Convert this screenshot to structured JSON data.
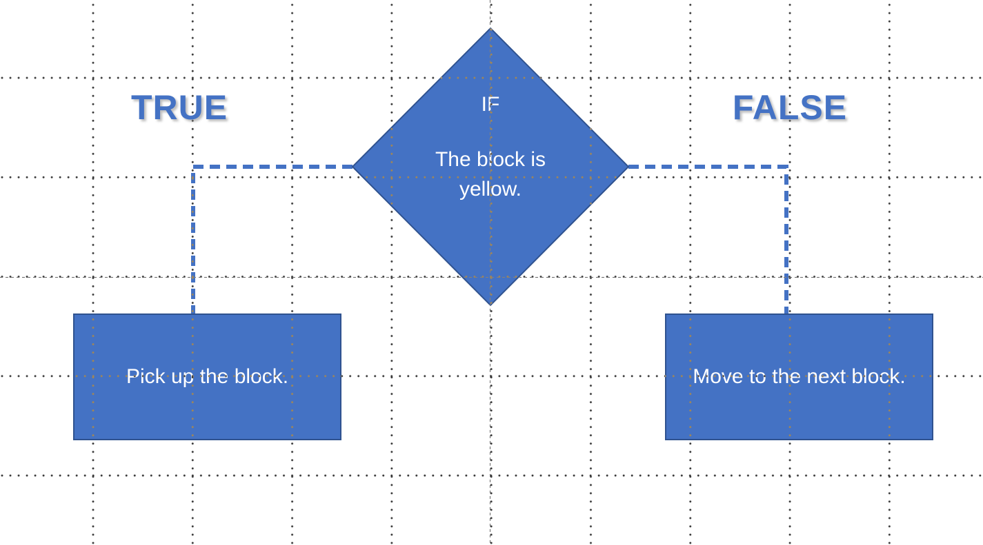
{
  "slide": {
    "labels": {
      "true_label": "TRUE",
      "false_label": "FALSE"
    },
    "decision": {
      "keyword": "IF",
      "condition": "The block is yellow."
    },
    "actions": {
      "true_action": "Pick up the block.",
      "false_action": "Move to the next block."
    },
    "colors": {
      "shape_fill": "#4472C4",
      "shape_border": "#2F528F",
      "connector": "#4472C4",
      "branch_label_text": "#4472C4",
      "shape_text": "#FFFFFF",
      "guide_gray": "#A6A6A6"
    }
  }
}
